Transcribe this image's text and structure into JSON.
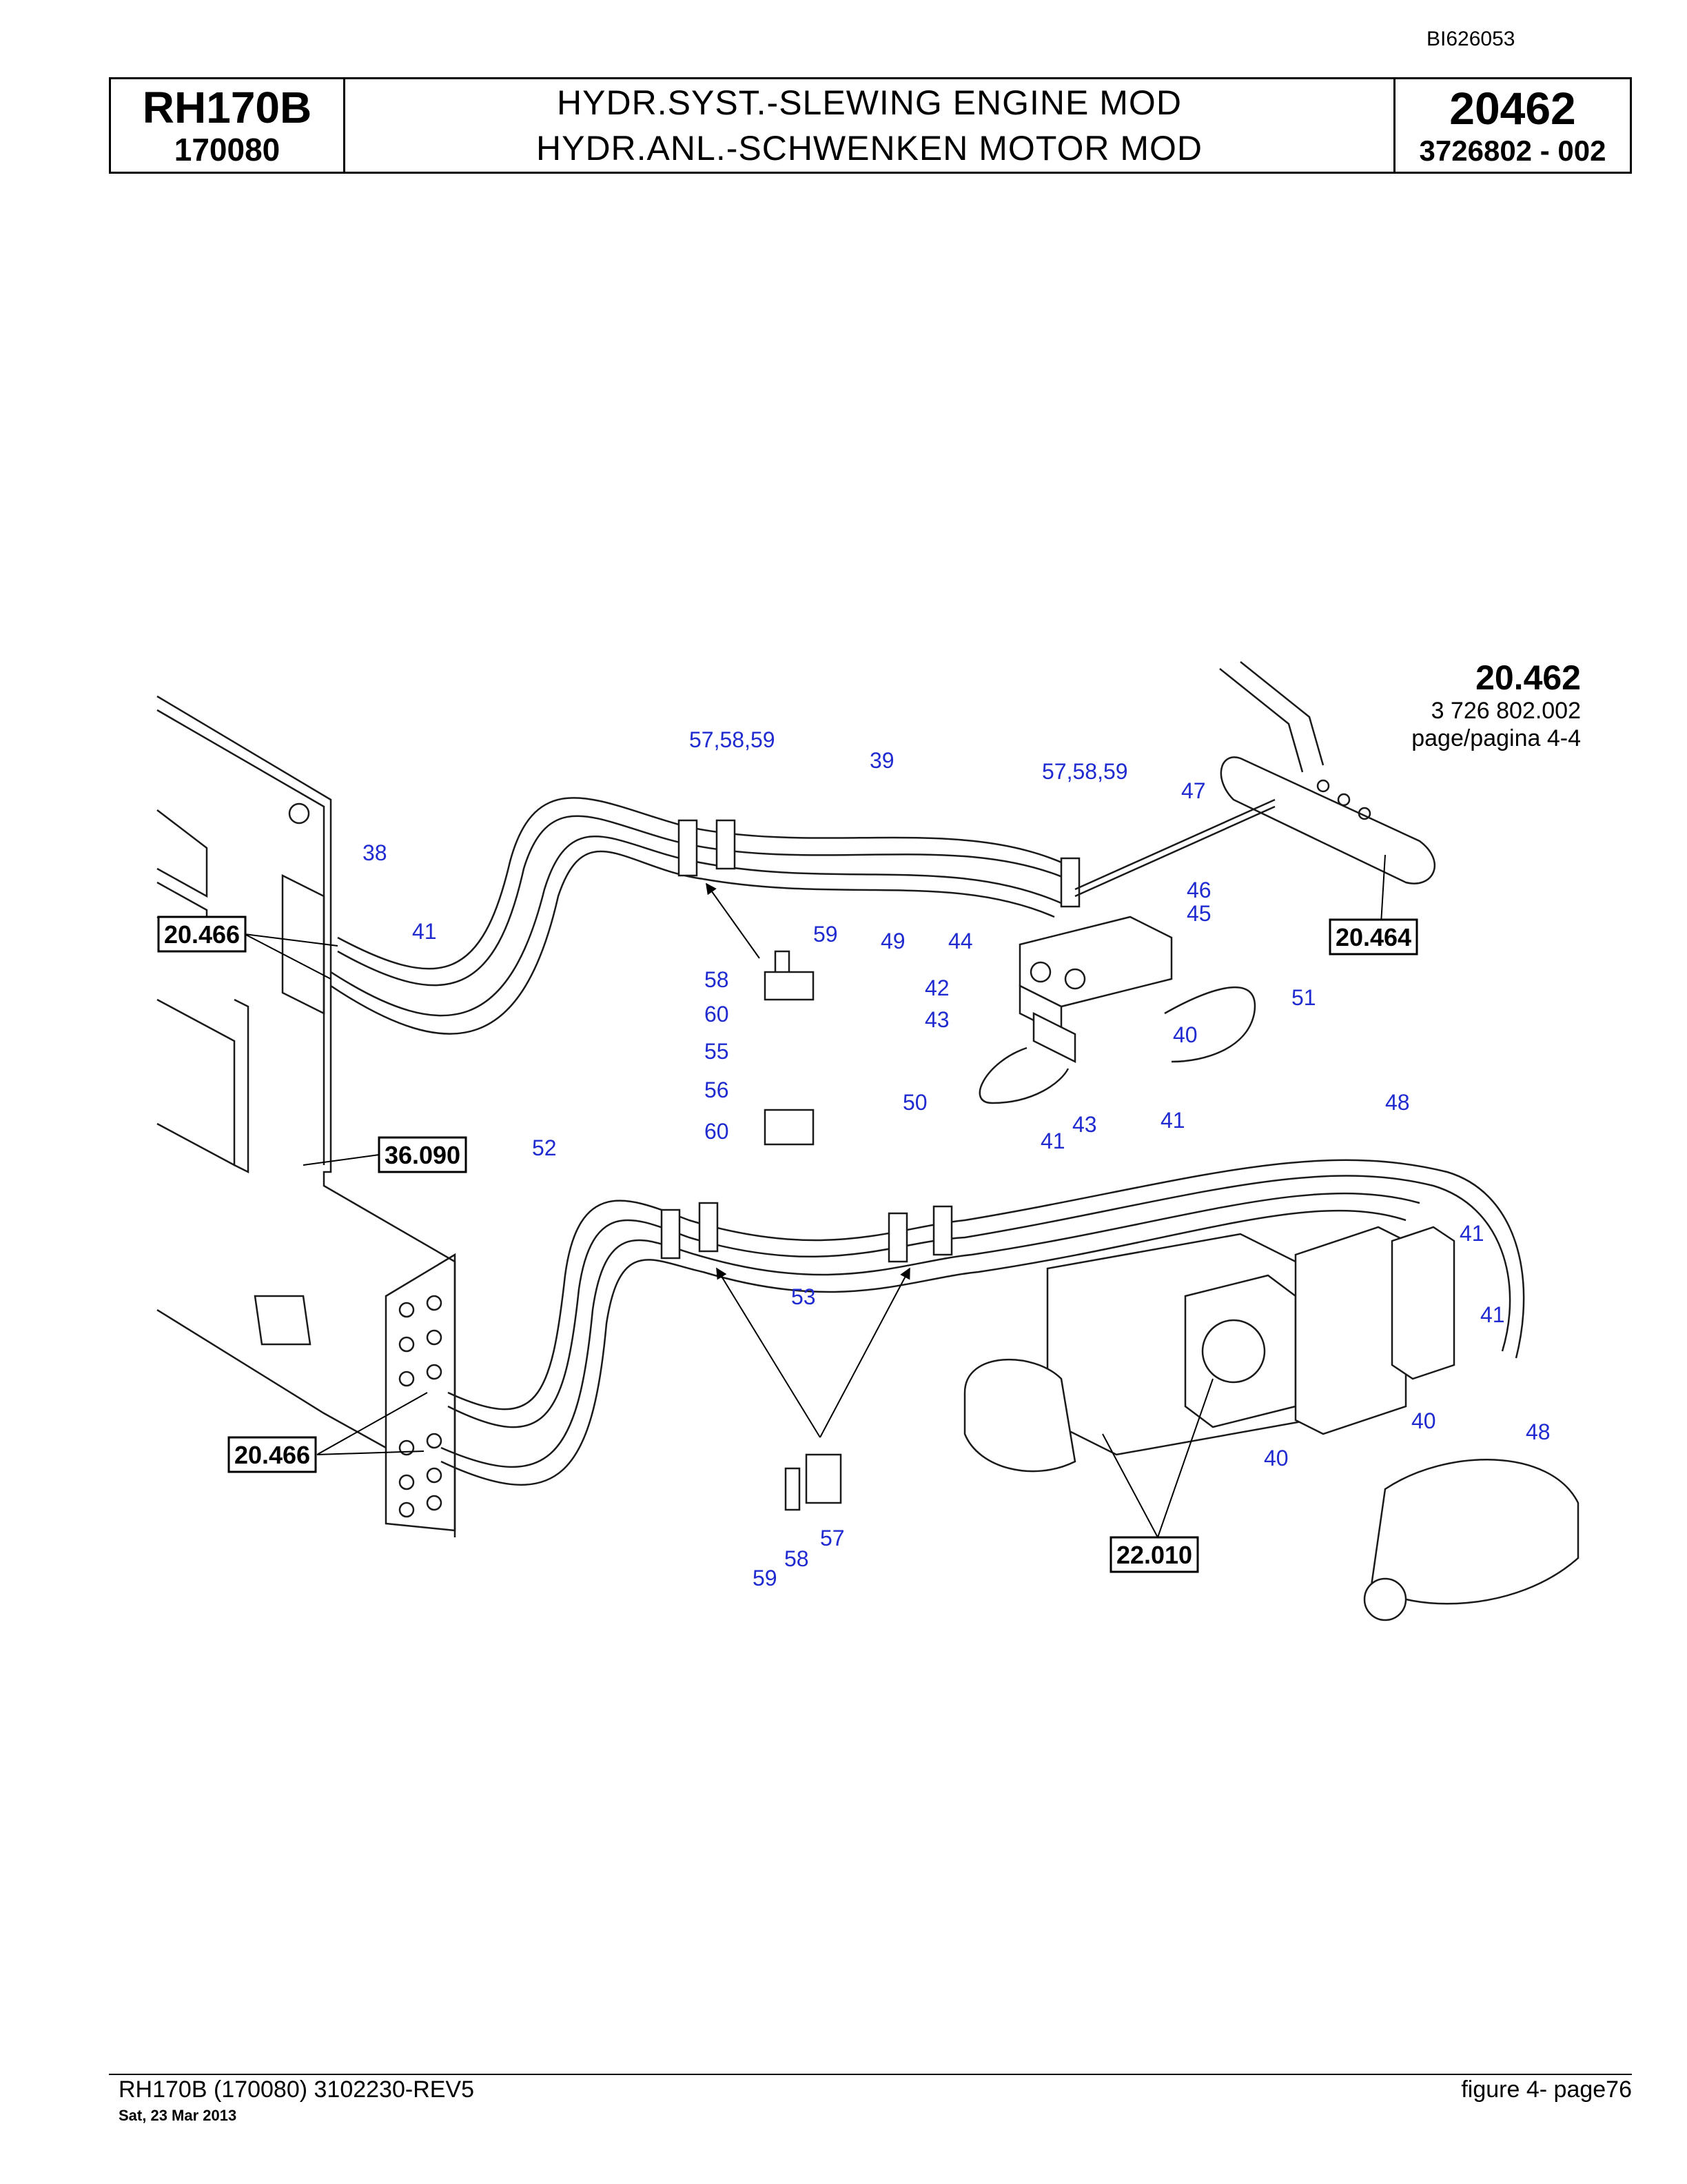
{
  "doc_id": "BI626053",
  "header": {
    "model": "RH170B",
    "serial": "170080",
    "title_line1": "HYDR.SYST.-SLEWING ENGINE MOD",
    "title_line2": "HYDR.ANL.-SCHWENKEN MOTOR MOD",
    "group_number": "20462",
    "part_number": "3726802  - 002"
  },
  "reference_block": {
    "ref": "20.462",
    "part": "3 726 802.002",
    "page": "page/pagina 4-4"
  },
  "boxed_refs": [
    "20.466",
    "36.090",
    "20.466",
    "20.464",
    "22.010"
  ],
  "callouts": [
    "57,58,59",
    "39",
    "57,58,59",
    "47",
    "38",
    "41",
    "46",
    "45",
    "59",
    "49",
    "44",
    "58",
    "42",
    "51",
    "60",
    "43",
    "40",
    "55",
    "56",
    "50",
    "43",
    "41",
    "41",
    "60",
    "52",
    "48",
    "41",
    "53",
    "41",
    "40",
    "40",
    "48",
    "57",
    "58",
    "59"
  ],
  "colors": {
    "callout": "#1f2bd0",
    "line": "#1a1a1a"
  },
  "footer": {
    "left": "RH170B (170080) 3102230-REV5",
    "date": "Sat, 23 Mar 2013",
    "right": "figure  4- page76"
  }
}
